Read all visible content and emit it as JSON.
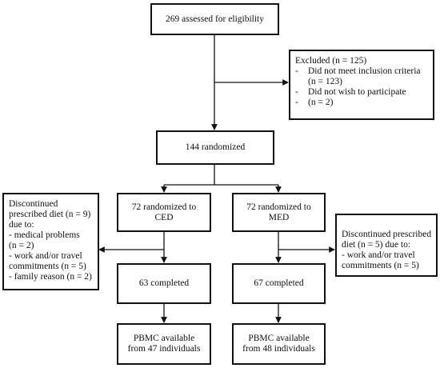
{
  "boxes": {
    "assessed": "269 assessed for eligibility",
    "excluded": {
      "title": "Excluded (n = 125)",
      "items": [
        {
          "mark": "-",
          "text": "Did not  meet  inclusion criteria"
        },
        {
          "mark": "",
          "text": "(n = 123)"
        },
        {
          "mark": "-",
          "text": "Did not wish to participate"
        },
        {
          "mark": "-",
          "text": "(n = 2)"
        }
      ]
    },
    "randomized": "144 randomized",
    "ced_randomized": [
      "72 randomized to",
      "CED"
    ],
    "med_randomized": [
      "72 randomized to",
      "MED"
    ],
    "ced_discontinued": [
      "Discontinued",
      "prescribed diet (n = 9)",
      "due to:",
      "- medical problems",
      "(n = 2)",
      "- work and/or travel",
      "commitments (n = 5)",
      "- family reason (n = 2)"
    ],
    "med_discontinued": [
      "Discontinued prescribed",
      "diet (n = 5) due to:",
      "- work and/or travel",
      "commitments (n = 5)"
    ],
    "ced_completed": "63 completed",
    "med_completed": "67 completed",
    "ced_pbmc": [
      "PBMC available",
      "from 47 individuals"
    ],
    "med_pbmc": [
      "PBMC available",
      "from 48 individuals"
    ]
  }
}
